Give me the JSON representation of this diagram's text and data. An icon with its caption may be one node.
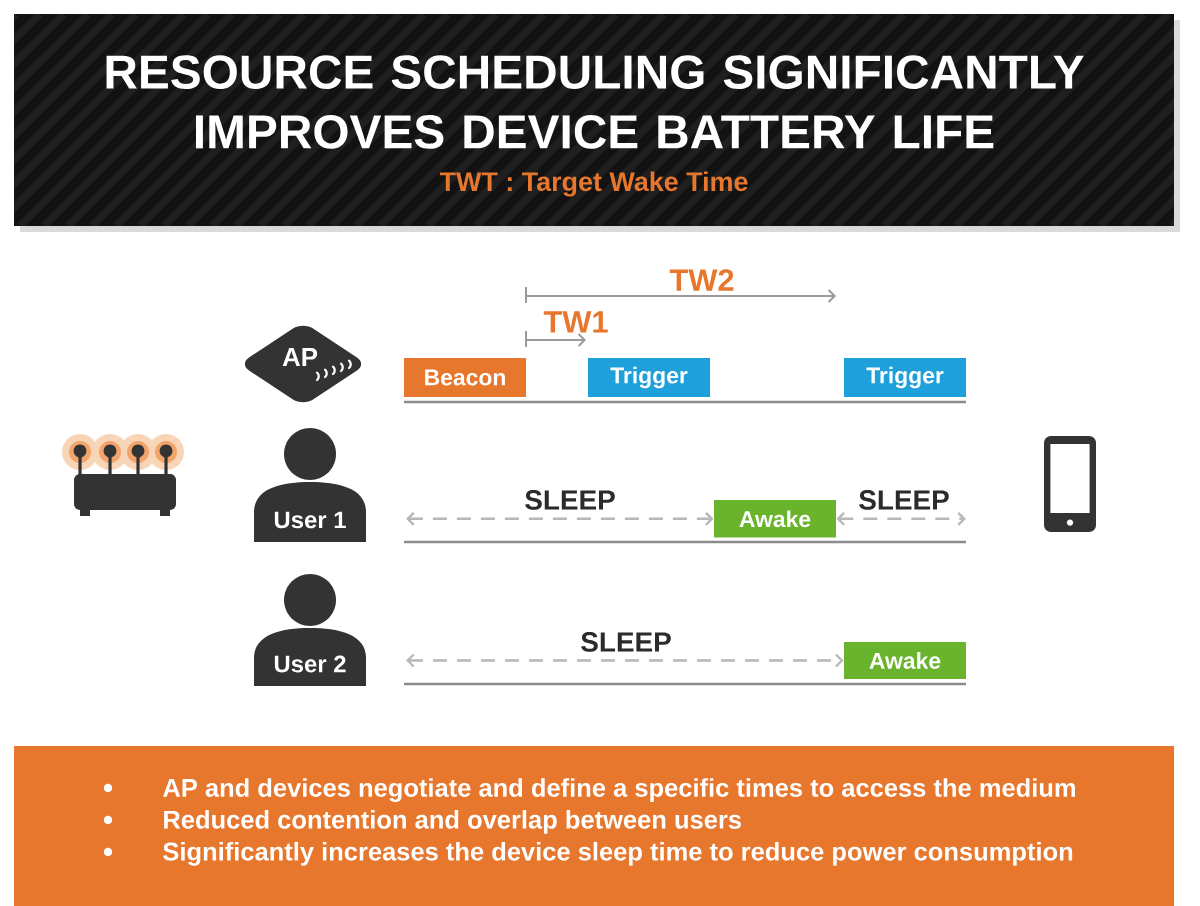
{
  "diagram": {
    "title": "RESOURCE SCHEDULING SIGNIFICANTLY IMPROVES DEVICE BATTERY LIFE",
    "nodes": [
      {
        "text": [
          "AP"
        ]
      },
      {
        "text": [
          "Beacon"
        ]
      },
      {
        "text": [
          "Trigger"
        ]
      },
      {
        "text": [
          "Trigger"
        ]
      },
      {
        "text": [
          "User 1"
        ]
      },
      {
        "text": [
          "Awake"
        ]
      },
      {
        "text": [
          "User 2"
        ]
      },
      {
        "text": [
          "Awake"
        ]
      },
      {
        "text": [
          "AP and devices negotiate and define a specific times to access the medium",
          "Reduced contention and overlap between users",
          "Significantly increases the device sleep time to reduce power consumption"
        ]
      }
    ],
    "edges": [
      {
        "from": null,
        "to": 5,
        "arrow": "both",
        "style": "dashed",
        "label": "SLEEP"
      },
      {
        "from": 5,
        "to": null,
        "arrow": "both",
        "style": "dashed",
        "label": "SLEEP"
      },
      {
        "from": null,
        "to": 7,
        "arrow": "both",
        "style": "dashed",
        "label": "SLEEP"
      }
    ],
    "labels": [
      "TWT : Target Wake Time",
      "TW2",
      "TW1"
    ]
  }
}
